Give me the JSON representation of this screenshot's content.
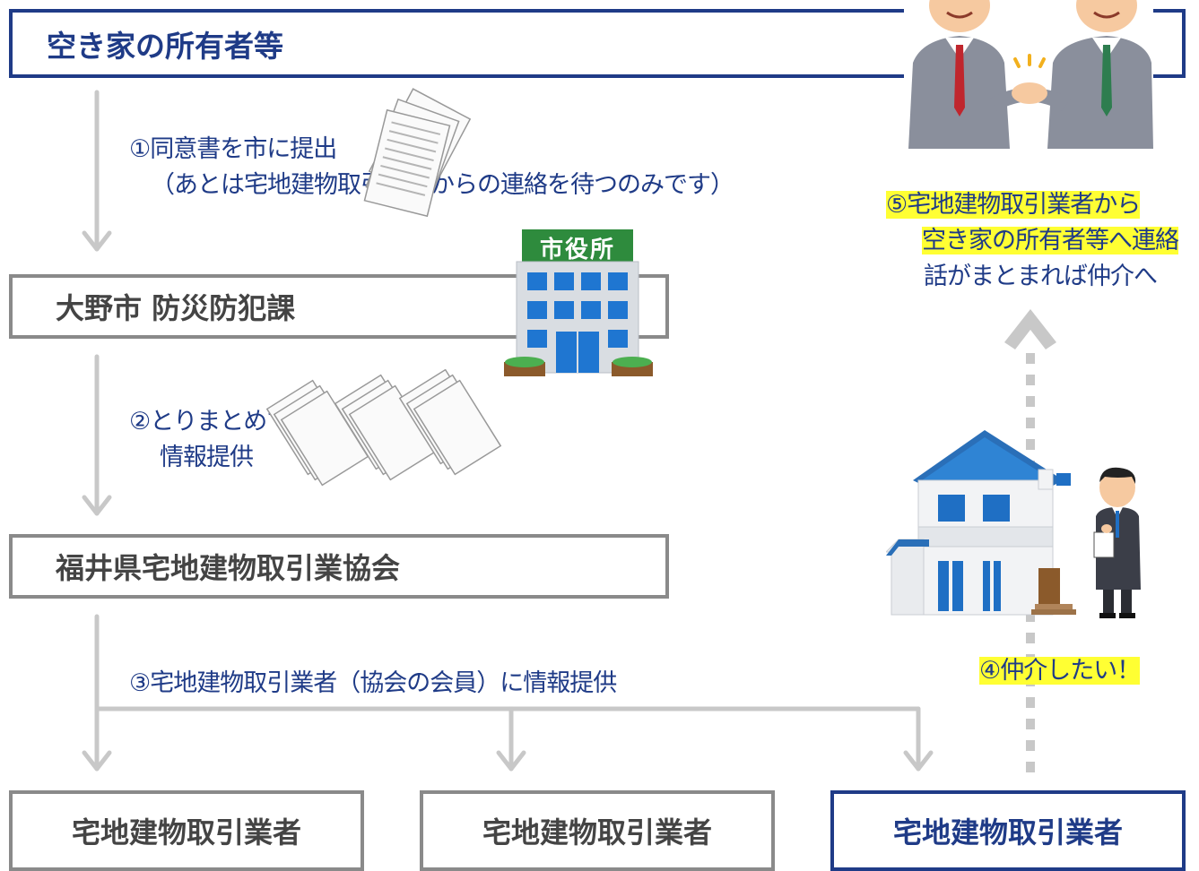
{
  "nodes": {
    "owner": "空き家の所有者等",
    "city": "大野市 防災防犯課",
    "association": "福井県宅地建物取引業協会",
    "agent_a": "宅地建物取引業者",
    "agent_b": "宅地建物取引業者",
    "agent_c": "宅地建物取引業者"
  },
  "steps": {
    "s1_line1": "①同意書を市に提出",
    "s1_line2": "（あとは宅地建物取引業者からの連絡を待つのみです）",
    "s2_line1": "②とりまとめて",
    "s2_line2": "情報提供",
    "s3": "③宅地建物取引業者（協会の会員）に情報提供",
    "s4": "④仲介したい！",
    "s5_line1": "⑤宅地建物取引業者から",
    "s5_line2": "空き家の所有者等へ連絡",
    "s5_line3": "話がまとまれば仲介へ"
  },
  "illustrations": {
    "city_hall_sign": "市役所"
  },
  "icons": [
    "handshake-illustration",
    "document-stack-icon",
    "city-hall-icon",
    "house-icon",
    "businessman-icon"
  ],
  "colors": {
    "navy": "#1f3b87",
    "gray": "#8a8a8a",
    "highlight": "#ffff33",
    "arrow": "#c8c8c8"
  }
}
